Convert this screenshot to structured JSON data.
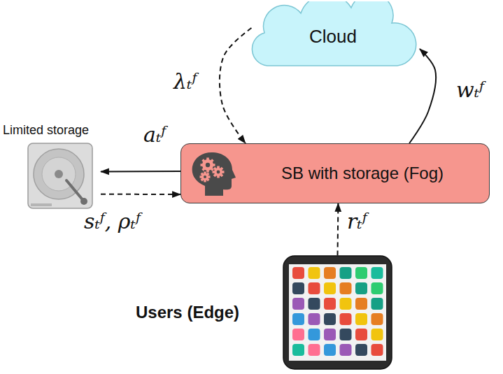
{
  "diagram": {
    "nodes": [
      {
        "text": [
          "Cloud"
        ]
      },
      {
        "text": [
          "Limited storage"
        ]
      },
      {
        "text": [
          "SB with storage (Fog)"
        ]
      },
      {
        "text": [
          "Users (Edge)"
        ]
      }
    ],
    "edges": [
      {
        "from": 0,
        "to": 2,
        "label": "λₜᶠ",
        "arrow": "to"
      },
      {
        "from": 2,
        "to": 0,
        "label": "wₜᶠ",
        "arrow": "to"
      },
      {
        "from": 2,
        "to": 1,
        "label": "aₜᶠ",
        "arrow": "to"
      },
      {
        "from": 1,
        "to": 2,
        "label": "sₜᶠ, ρₜᶠ",
        "arrow": "to"
      },
      {
        "from": 3,
        "to": 2,
        "label": "rₜᶠ",
        "arrow": "to"
      }
    ]
  }
}
